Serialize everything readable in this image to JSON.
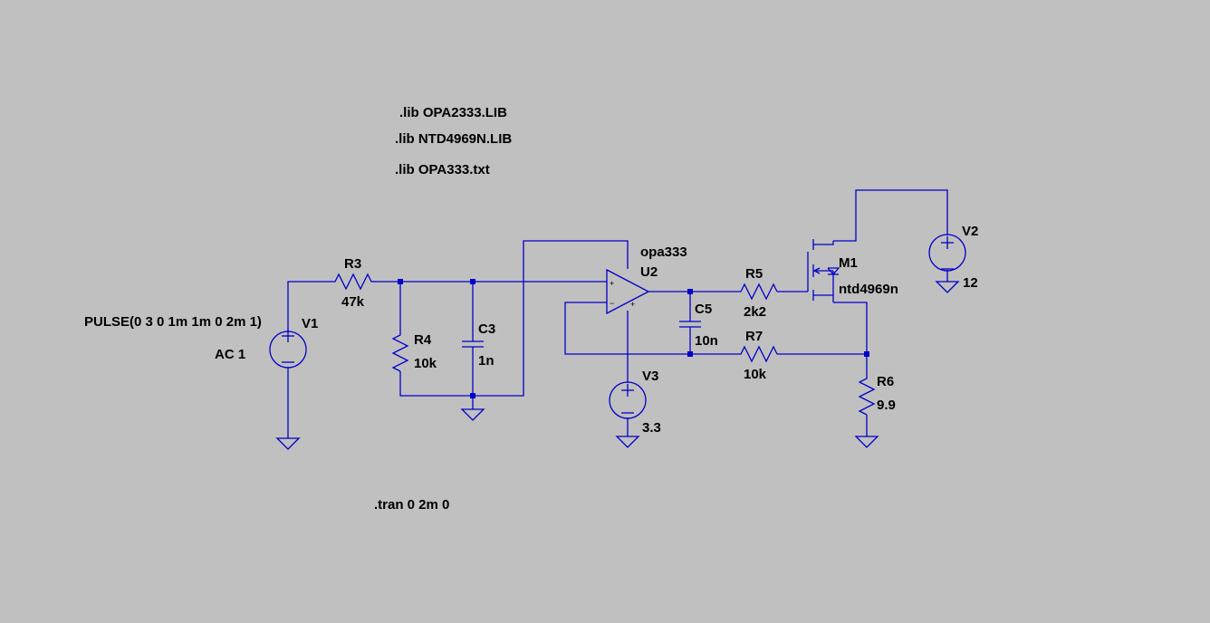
{
  "colors": {
    "background": "#c0c0c0",
    "wire": "#0000c8",
    "text": "#000000"
  },
  "directives": {
    "lib1": ".lib OPA2333.LIB",
    "lib2": ".lib NTD4969N.LIB",
    "lib3": ".lib OPA333.txt",
    "tran": ".tran 0 2m 0"
  },
  "components": {
    "v1": {
      "name": "V1",
      "value": "PULSE(0 3 0 1m 1m 0 2m 1)",
      "ac": "AC 1"
    },
    "v2": {
      "name": "V2",
      "value": "12"
    },
    "v3": {
      "name": "V3",
      "value": "3.3"
    },
    "r3": {
      "name": "R3",
      "value": "47k"
    },
    "r4": {
      "name": "R4",
      "value": "10k"
    },
    "r5": {
      "name": "R5",
      "value": "2k2"
    },
    "r6": {
      "name": "R6",
      "value": "9.9"
    },
    "r7": {
      "name": "R7",
      "value": "10k"
    },
    "c3": {
      "name": "C3",
      "value": "1n"
    },
    "c5": {
      "name": "C5",
      "value": "10n"
    },
    "u2": {
      "model": "opa333",
      "name": "U2"
    },
    "m1": {
      "name": "M1",
      "model": "ntd4969n"
    }
  },
  "opamp_pins": {
    "plus": "+",
    "minus": "−"
  }
}
